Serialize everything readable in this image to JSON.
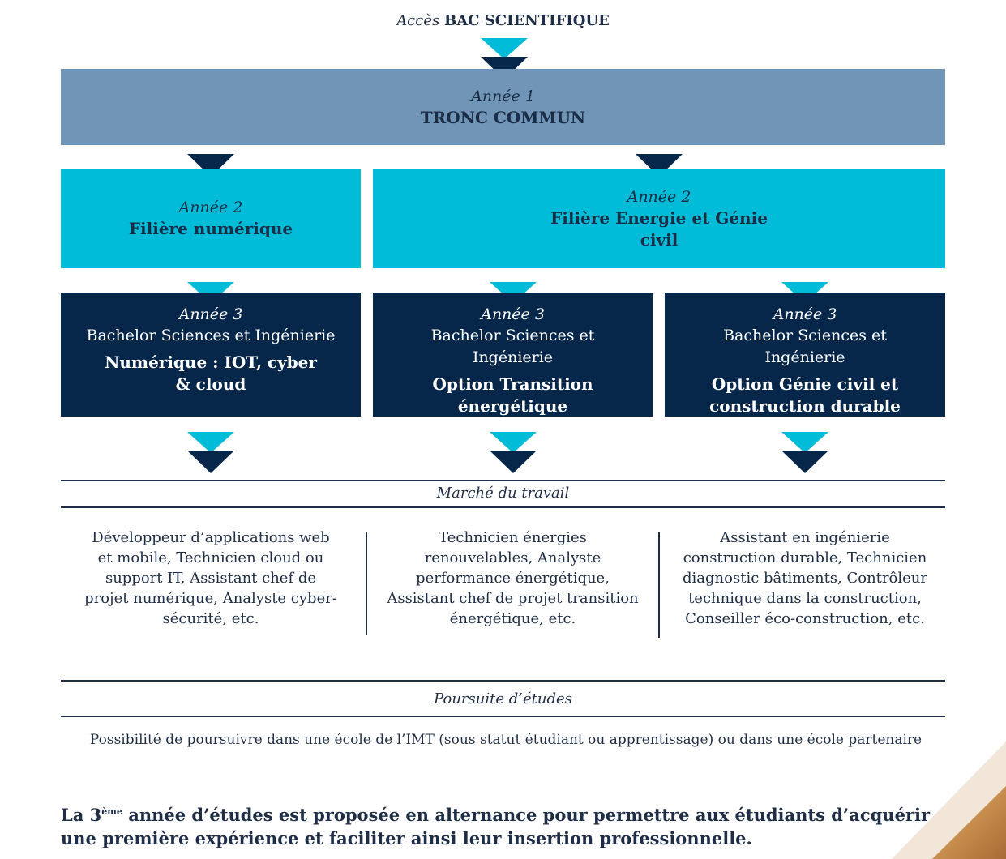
{
  "access": {
    "prefix": "Accès",
    "title": "BAC SCIENTIFIQUE"
  },
  "year1": {
    "year_label": "Année 1",
    "title": "TRONC COMMUN"
  },
  "year2": [
    {
      "year_label": "Année 2",
      "title": "Filière numérique"
    },
    {
      "year_label": "Année 2",
      "title_line1": "Filière Energie et Génie",
      "title_line2": "civil"
    }
  ],
  "year3": [
    {
      "year_label": "Année 3",
      "subtitle": "Bachelor Sciences et Ingénierie",
      "title_line1": "Numérique : IOT, cyber",
      "title_line2": "& cloud"
    },
    {
      "year_label": "Année 3",
      "subtitle": "Bachelor Sciences et Ingénierie",
      "title_line1": "Option Transition énergétique",
      "title_line2": ""
    },
    {
      "year_label": "Année 3",
      "subtitle": "Bachelor Sciences et Ingénierie",
      "title_line1": "Option Génie civil et",
      "title_line2": "construction durable"
    }
  ],
  "job_market": {
    "label": "Marché du travail",
    "columns": [
      [
        "Développeur d’applications web",
        "et mobile, Technicien cloud ou",
        "support IT, Assistant chef de",
        "projet numérique, Analyste cyber-",
        "sécurité, etc."
      ],
      [
        "Technicien énergies",
        "renouvelables, Analyste",
        "performance énergétique,",
        "Assistant chef de projet transition",
        "énergétique, etc."
      ],
      [
        "Assistant en ingénierie",
        "construction durable, Technicien",
        "diagnostic bâtiments, Contrôleur",
        "technique dans la construction,",
        "Conseiller éco-construction, etc."
      ]
    ]
  },
  "further_studies": {
    "label": "Poursuite d’études",
    "text": "Possibilité de poursuivre dans une école de l’IMT (sous statut étudiant ou apprentissage) ou dans une école partenaire"
  },
  "note": {
    "part1": "La 3",
    "sup": "ème",
    "part2": " année d’études est proposée en alternance pour permettre aux étudiants d’acquérir",
    "line2": "une première expérience et faciliter ainsi leur insertion professionnelle."
  },
  "colors": {
    "year1": "#7095b6",
    "year2": "#00bcd8",
    "year3": "#06274a",
    "text": "#1f2e46"
  }
}
